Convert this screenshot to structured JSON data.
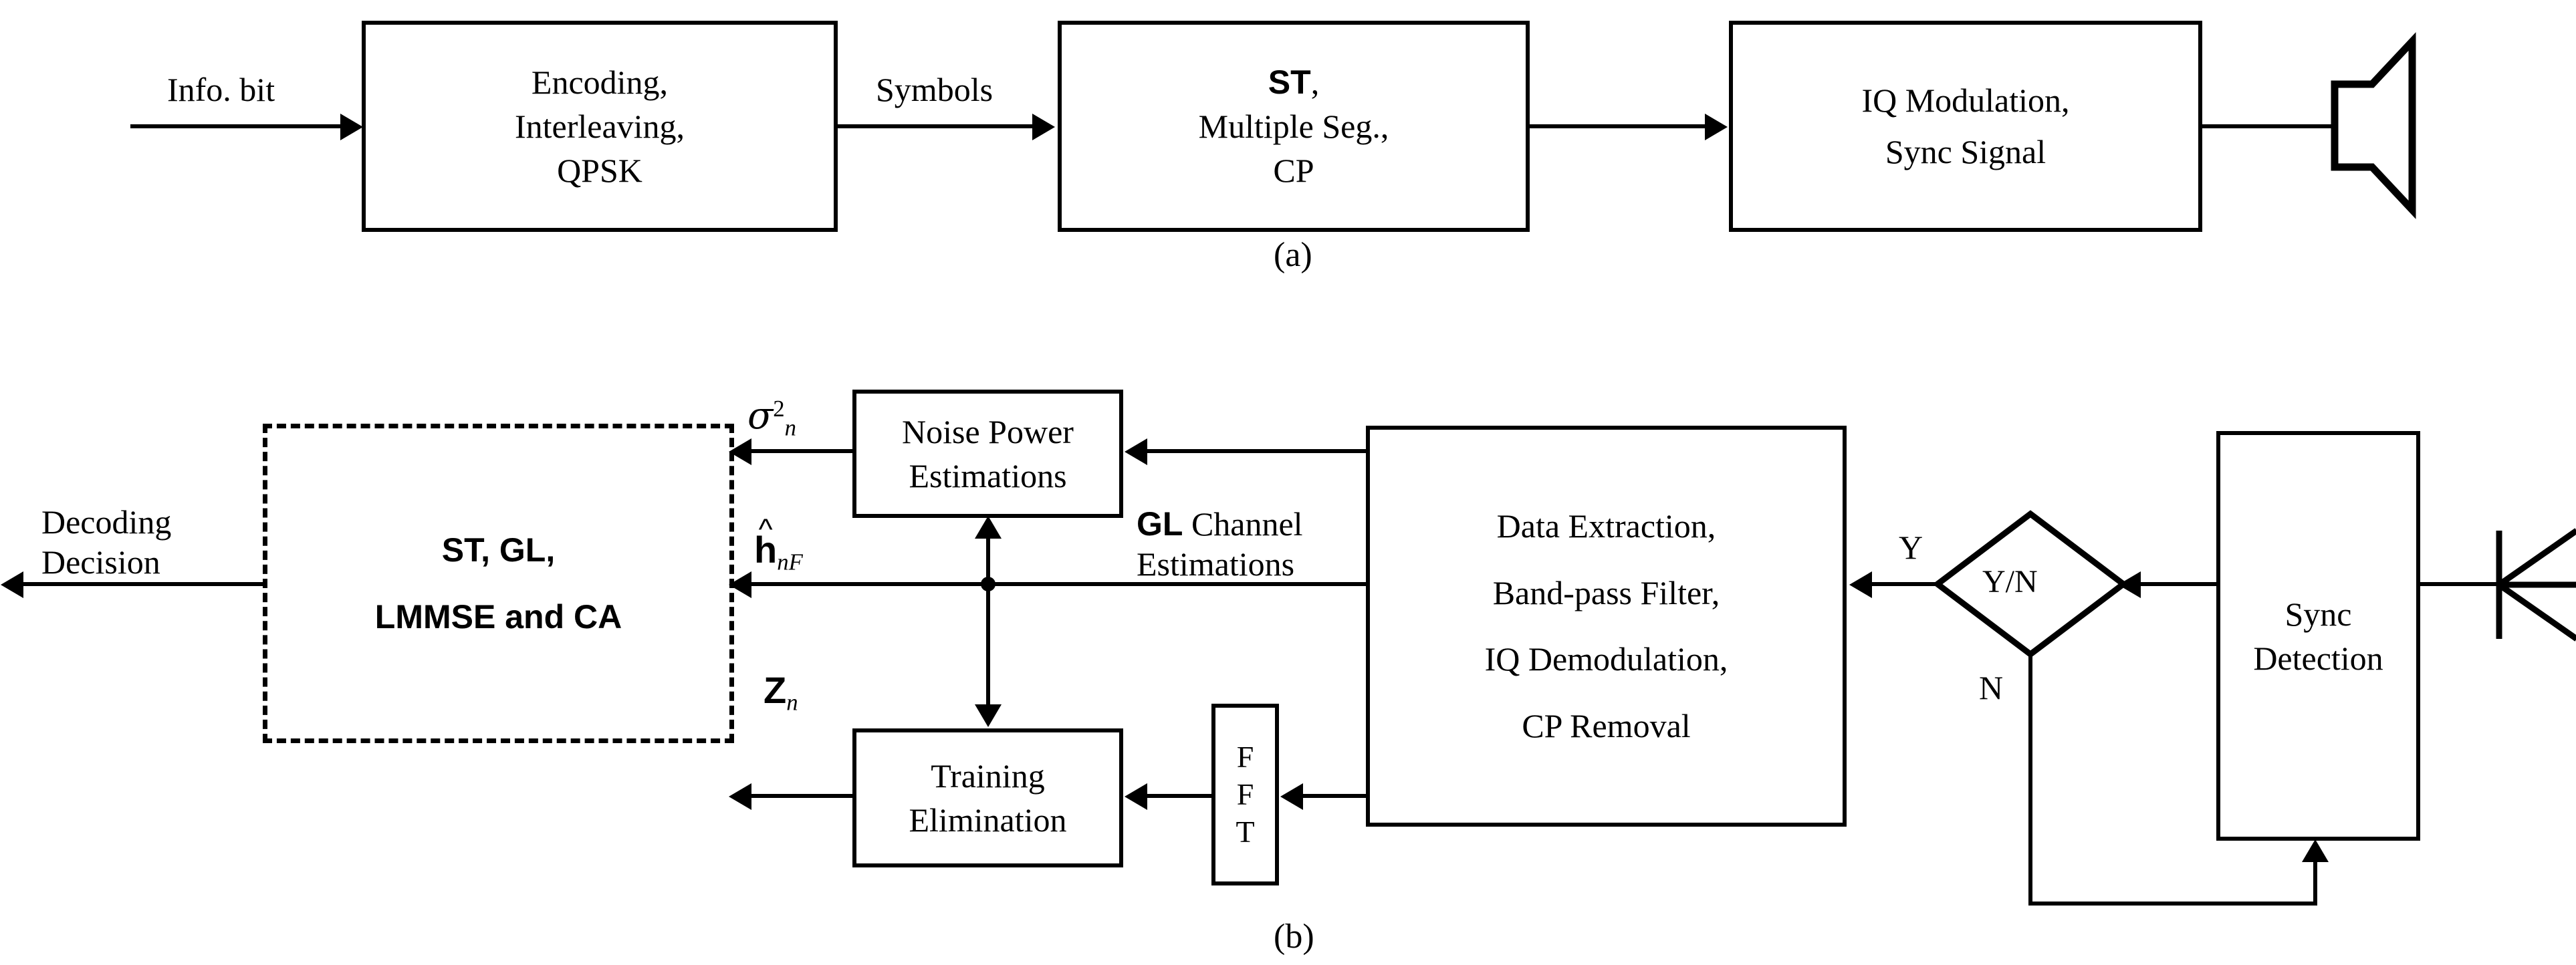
{
  "figure": {
    "caption_a": "(a)",
    "caption_b": "(b)",
    "accent_color": "#000000",
    "background_color": "#ffffff"
  },
  "transmitter": {
    "input_label": "Info. bit",
    "link_label_1": "Symbols",
    "blocks": [
      {
        "id": "encoding",
        "lines": [
          "Encoding,",
          "Interleaving,",
          "QPSK"
        ],
        "bold_lines": []
      },
      {
        "id": "st-seg-cp",
        "lines": [
          "ST,",
          "Multiple Seg.,",
          "CP"
        ],
        "bold_lines": [
          "ST"
        ]
      },
      {
        "id": "iq-modulation",
        "lines": [
          "IQ Modulation,",
          "Sync Signal"
        ],
        "bold_lines": []
      }
    ],
    "antenna": "transmit-horn-antenna"
  },
  "receiver": {
    "output_label_lines": [
      "Decoding",
      "Decision"
    ],
    "dashed_block": {
      "id": "equalizer",
      "lines": [
        "ST, GL,",
        "LMMSE and CA"
      ],
      "bold": true
    },
    "noise_power_block": {
      "lines": [
        "Noise Power",
        "Estimations"
      ]
    },
    "training_elimination_block": {
      "lines": [
        "Training",
        "Elimination"
      ]
    },
    "fft_block": {
      "letters": [
        "F",
        "F",
        "T"
      ]
    },
    "data_extraction_block": {
      "lines": [
        "Data Extraction,",
        "Band-pass Filter,",
        "IQ Demodulation,",
        "CP Removal"
      ]
    },
    "sync_detection_block": {
      "lines": [
        "Sync",
        "Detection"
      ]
    },
    "decision_diamond": {
      "label": "Y/N",
      "yes_label": "Y",
      "no_label": "N"
    },
    "signal_labels": {
      "noise_variance": {
        "base": "σ",
        "sup": "2",
        "sub": "n"
      },
      "channel_estimate": {
        "base": "h",
        "hat": true,
        "sub": "nF"
      },
      "post_training": {
        "base": "Z",
        "sub": "n"
      },
      "gl_channel_estimations": {
        "bold": "GL",
        "rest": " Channel",
        "line2": "Estimations"
      },
      "branch_label_y": "Y"
    },
    "antenna": "receive-dipole-antenna"
  }
}
